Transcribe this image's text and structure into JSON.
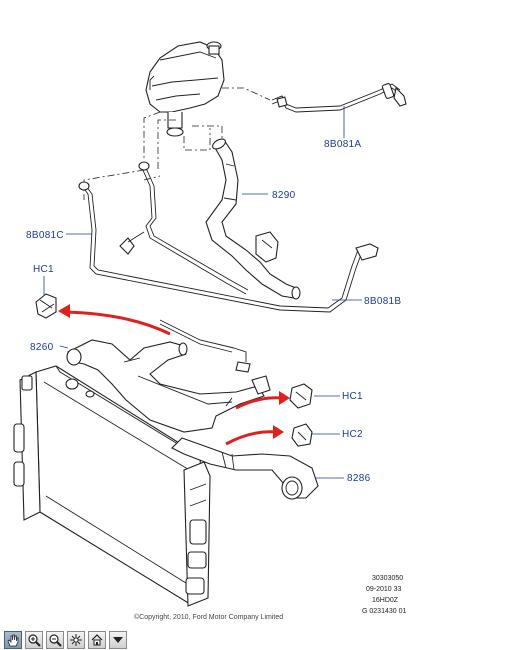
{
  "callouts": {
    "c_8b081a": "8B081A",
    "c_8290": "8290",
    "c_8b081c": "8B081C",
    "c_hc1_left": "HC1",
    "c_8b081b": "8B081B",
    "c_8260": "8260",
    "c_hc1_right": "HC1",
    "c_hc2": "HC2",
    "c_8286": "8286"
  },
  "reference": {
    "line1": "30303050",
    "line2": "09-2010 33",
    "line3": "16HD0Z",
    "line4": "G 0231430 01"
  },
  "copyright": "©Copyright, 2010, Ford Motor Company Limited",
  "toolbar": {
    "buttons": [
      {
        "name": "pan-tool-button",
        "icon": "hand-icon",
        "active": true
      },
      {
        "name": "zoom-in-button",
        "icon": "zoom-in-icon"
      },
      {
        "name": "zoom-out-button",
        "icon": "zoom-out-icon"
      },
      {
        "name": "fit-view-button",
        "icon": "fit-icon"
      },
      {
        "name": "home-button",
        "icon": "home-icon"
      },
      {
        "name": "menu-button",
        "icon": "dropdown-arrow-icon"
      }
    ]
  },
  "colors": {
    "callout": "#1a3a9c",
    "arrow": "#e0201c",
    "line": "#222222"
  }
}
